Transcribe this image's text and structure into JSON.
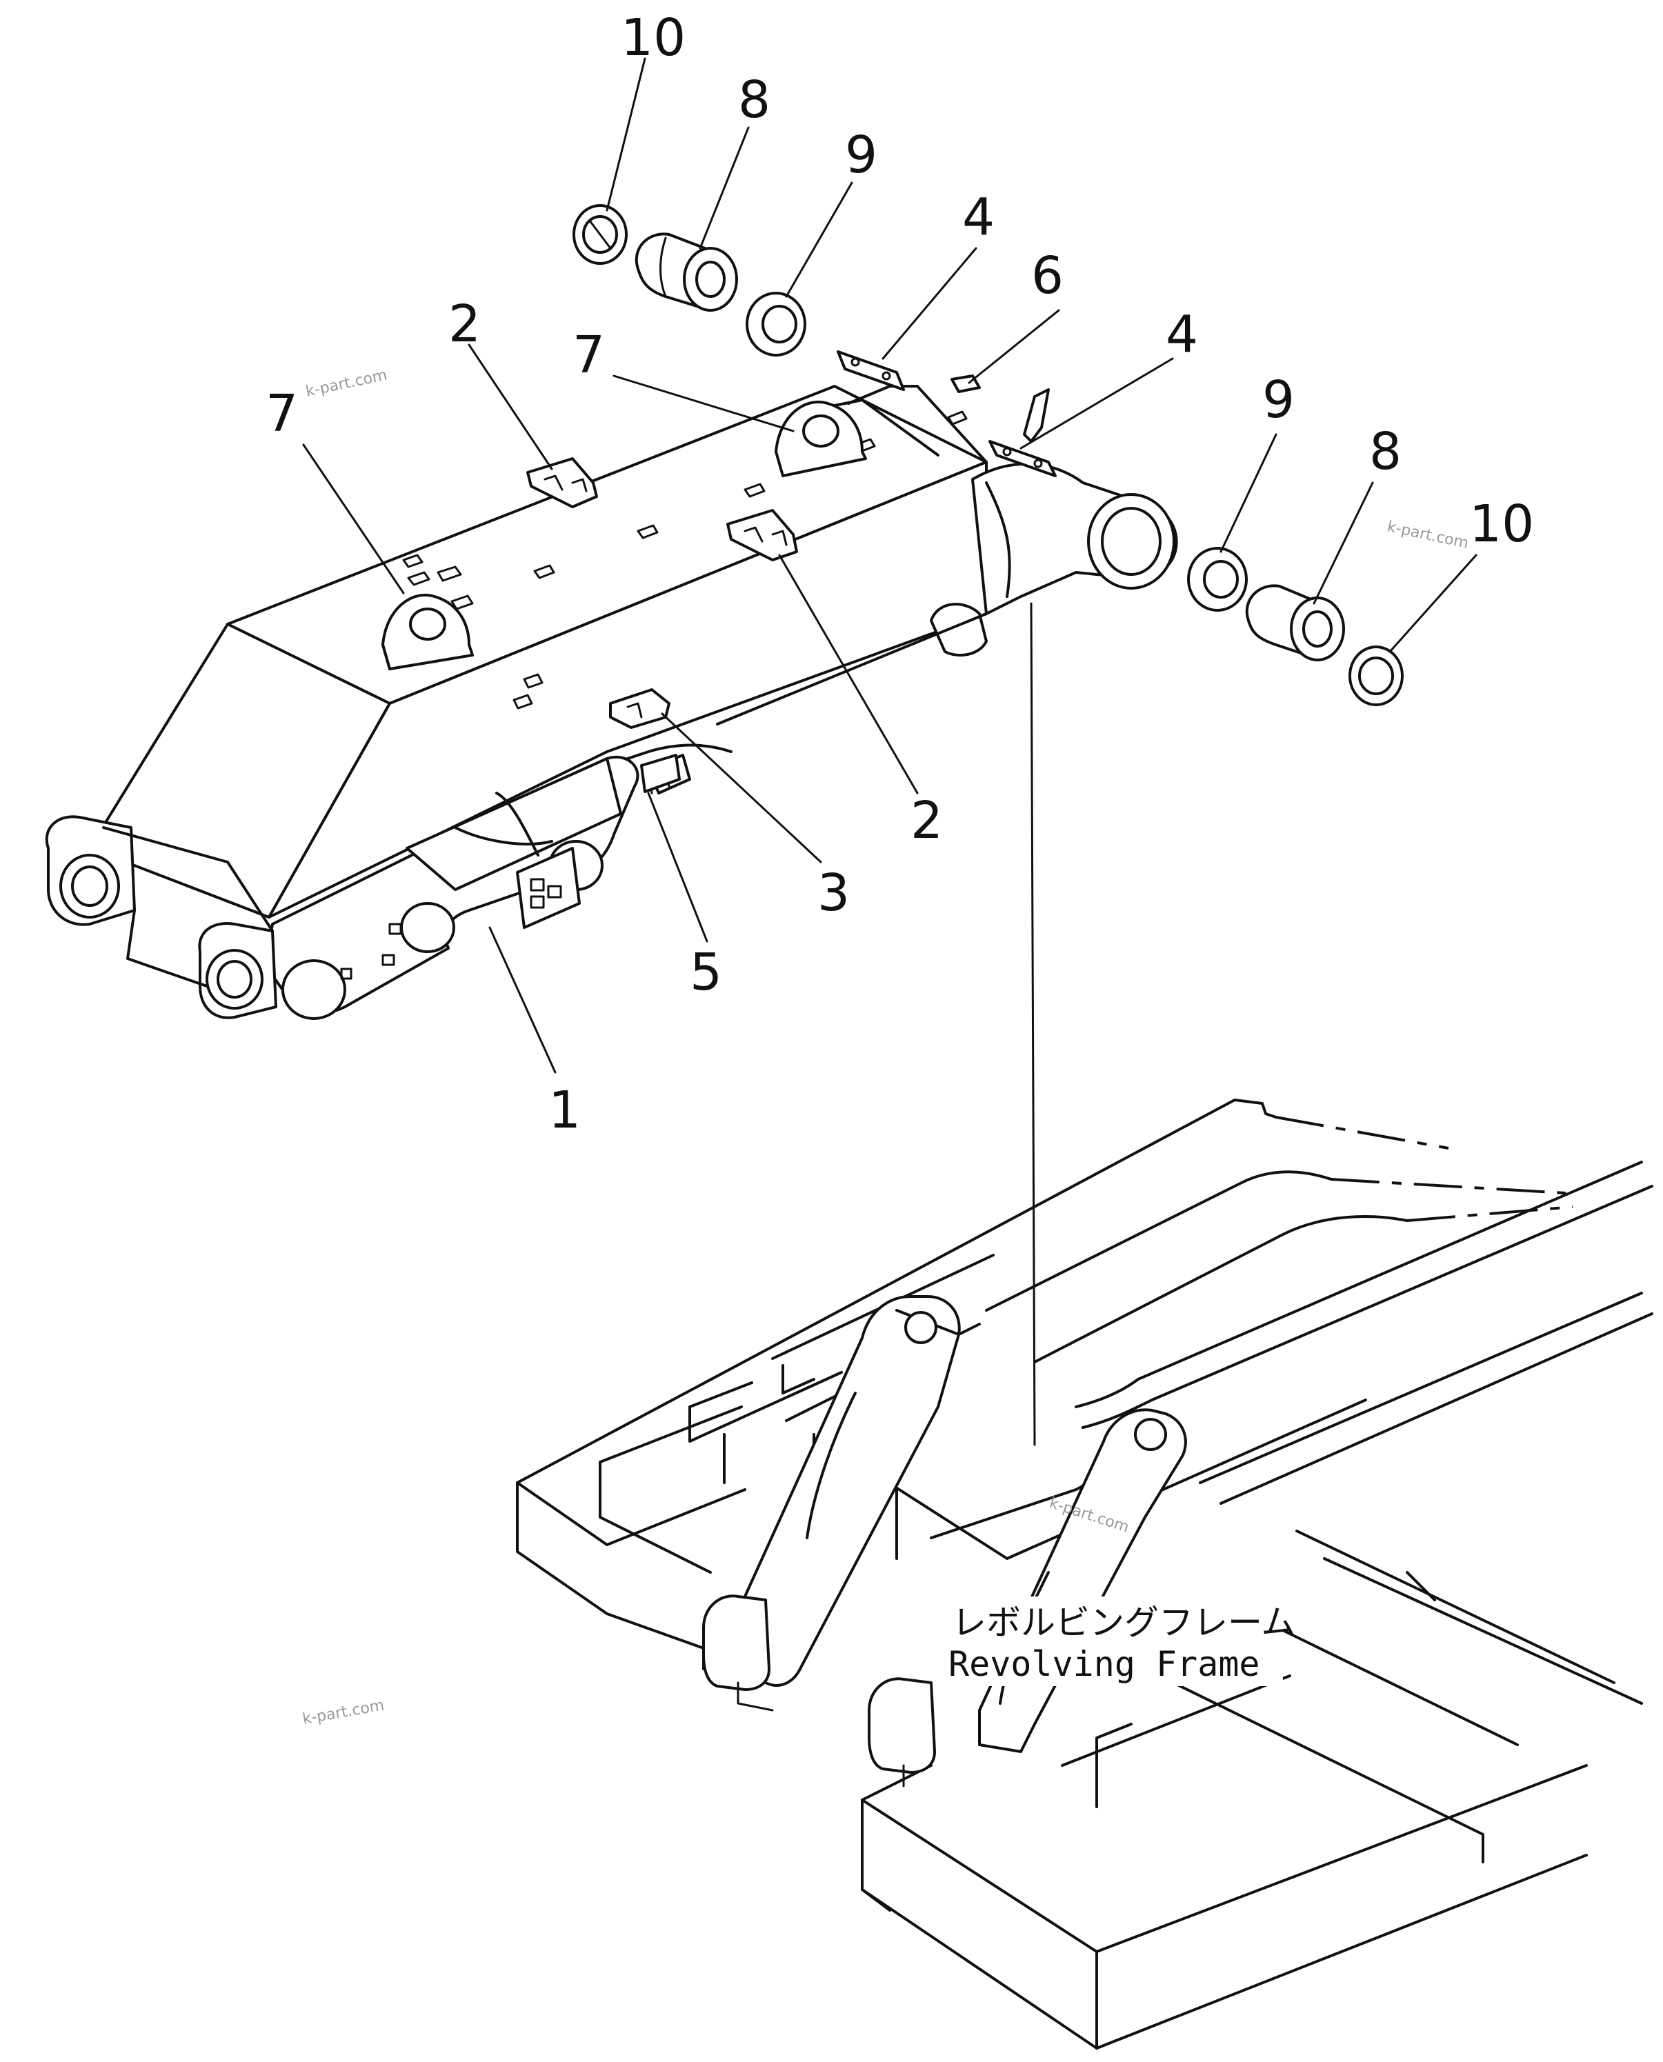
{
  "callouts": [
    {
      "id": "c10a",
      "text": "10"
    },
    {
      "id": "c8a",
      "text": "8"
    },
    {
      "id": "c9a",
      "text": "9"
    },
    {
      "id": "c4a",
      "text": "4"
    },
    {
      "id": "c6",
      "text": "6"
    },
    {
      "id": "c4b",
      "text": "4"
    },
    {
      "id": "c2a",
      "text": "2"
    },
    {
      "id": "c7a",
      "text": "7"
    },
    {
      "id": "c7b",
      "text": "7"
    },
    {
      "id": "c9b",
      "text": "9"
    },
    {
      "id": "c8b",
      "text": "8"
    },
    {
      "id": "c10b",
      "text": "10"
    },
    {
      "id": "c2b",
      "text": "2"
    },
    {
      "id": "c3",
      "text": "3"
    },
    {
      "id": "c5",
      "text": "5"
    },
    {
      "id": "c1",
      "text": "1"
    }
  ],
  "frame_label": {
    "japanese": "レボルビングフレーム",
    "english": "Revolving Frame"
  },
  "watermarks": [
    "k-part.com",
    "k-part.com",
    "k-part.com",
    "k-part.com"
  ]
}
